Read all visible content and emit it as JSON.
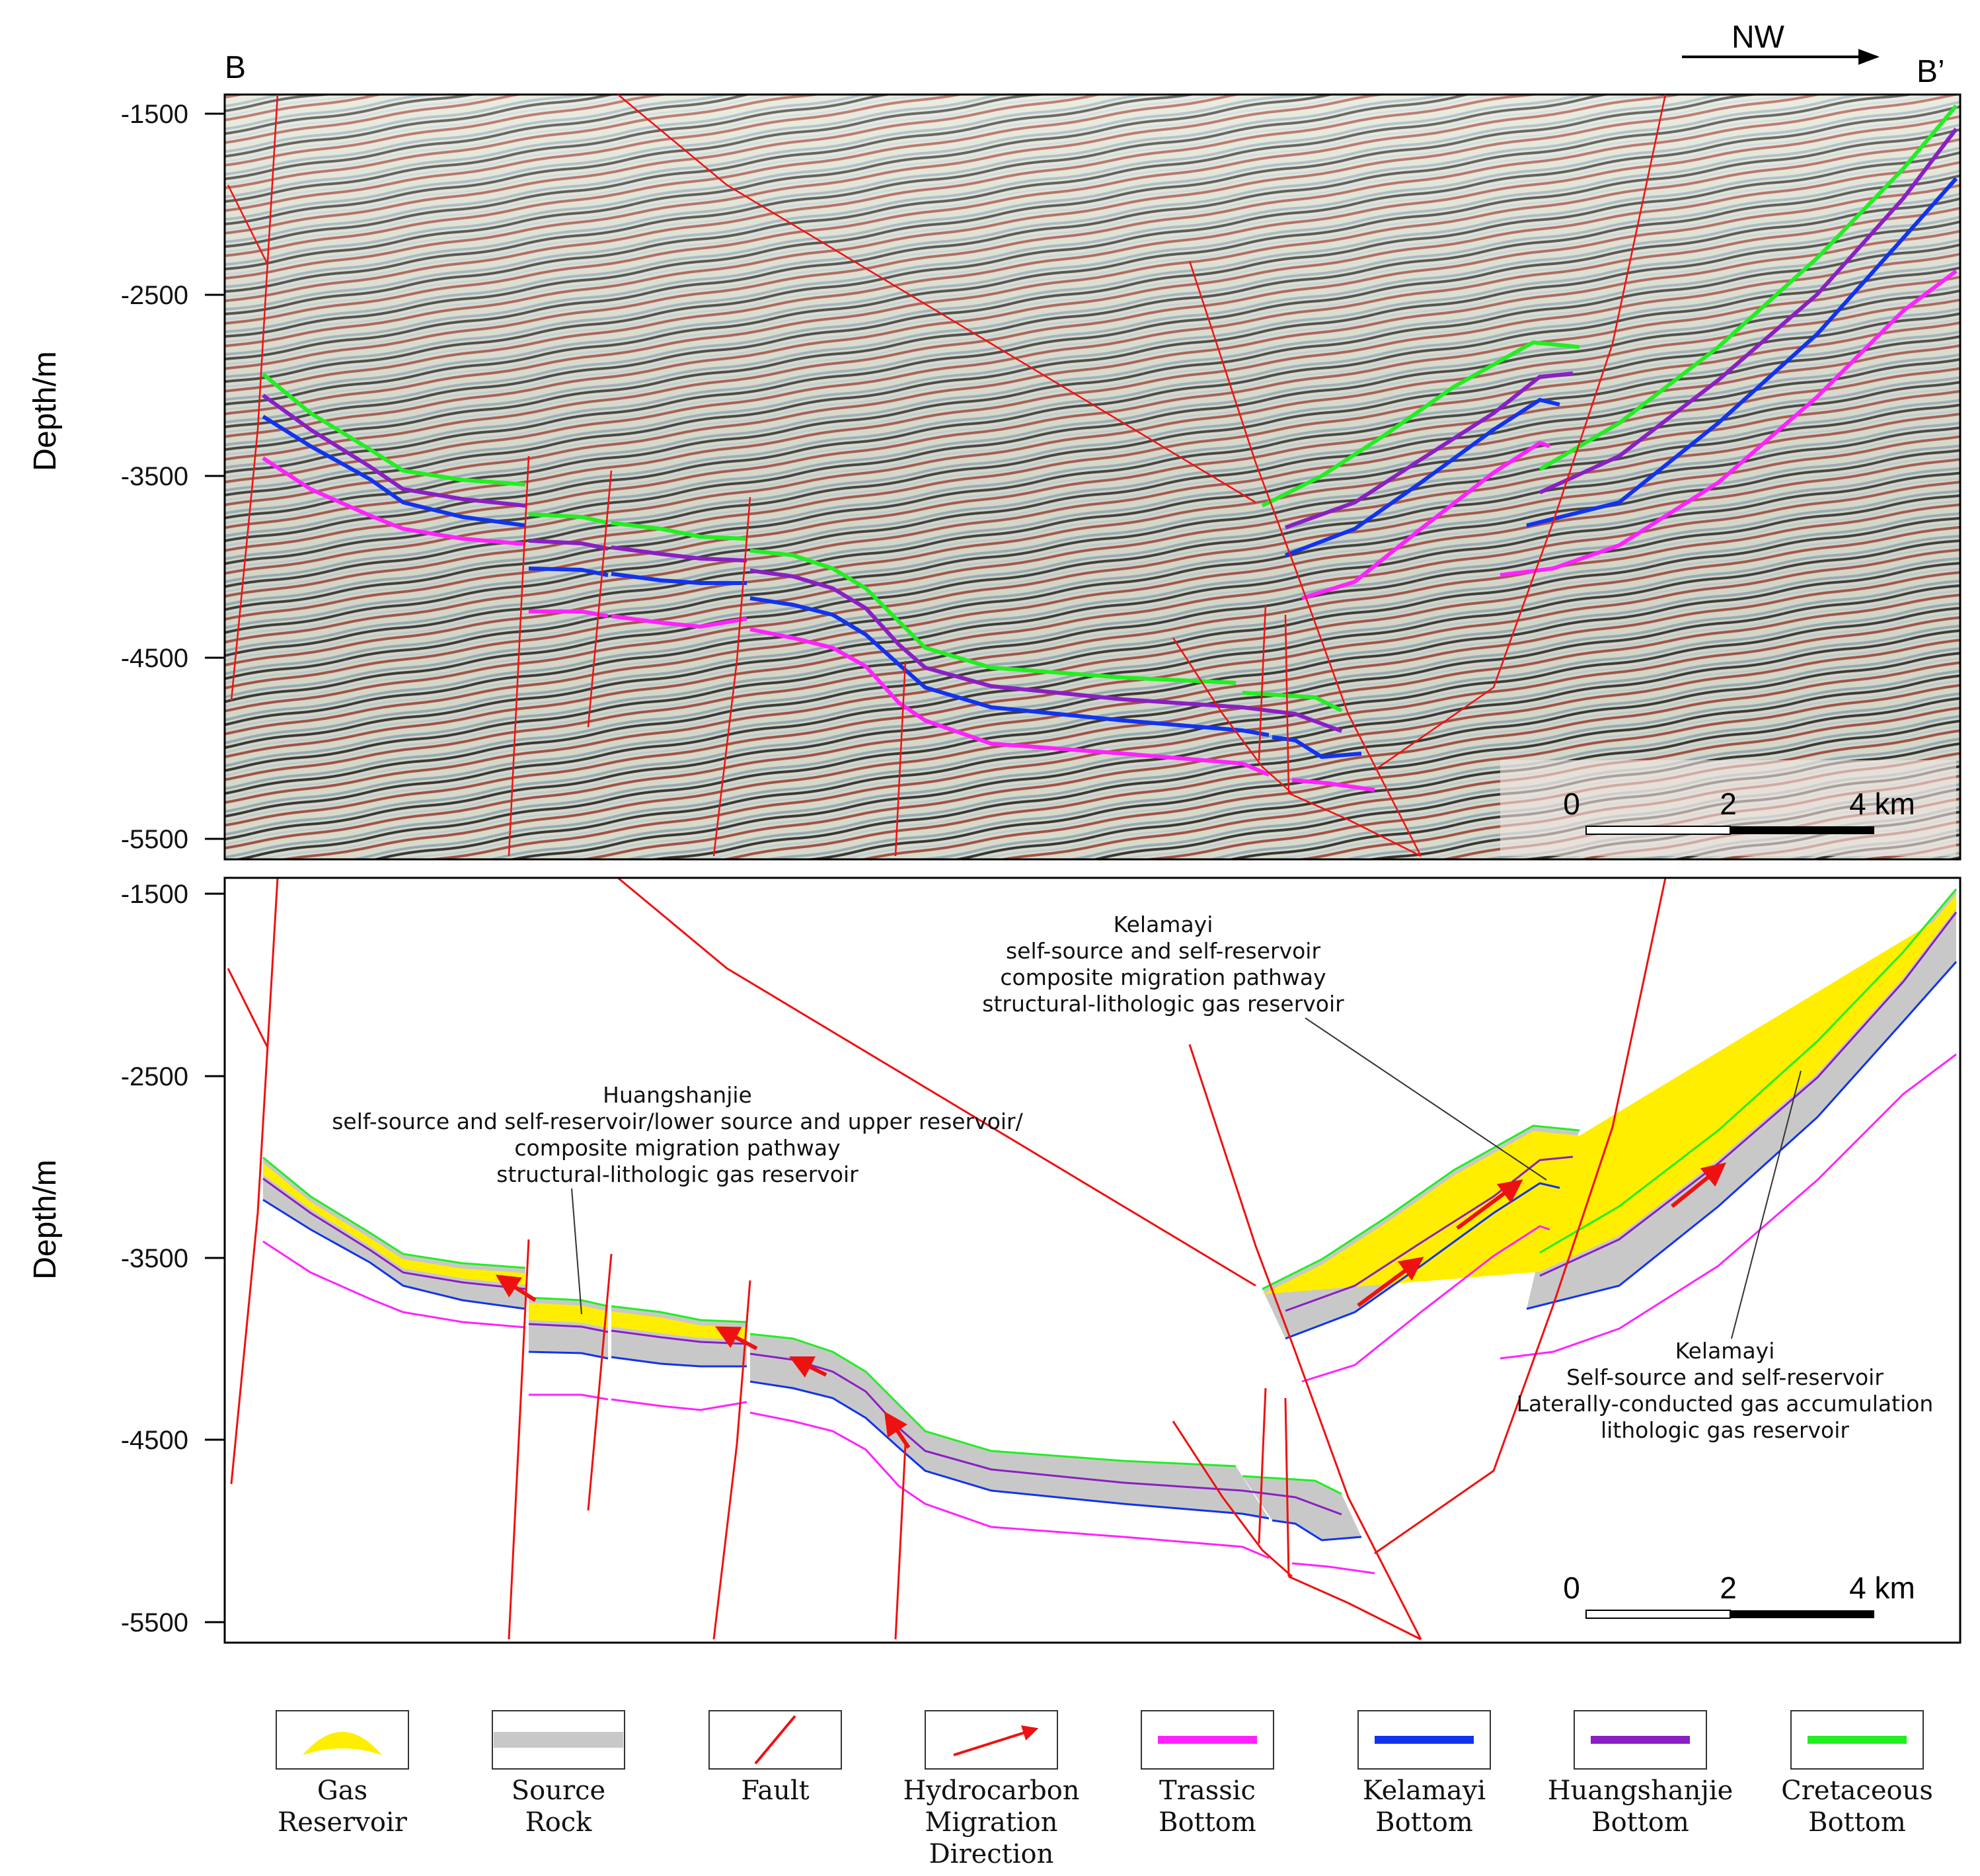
{
  "section": {
    "start_label": "B",
    "end_label": "B’",
    "direction": "NW"
  },
  "y_axis": {
    "label": "Depth/m",
    "ticks": [
      "-1500",
      "-2500",
      "-3500",
      "-4500",
      "-5500"
    ]
  },
  "scale_bar": {
    "ticks": [
      "0",
      "2",
      "4 km"
    ]
  },
  "annotations": {
    "huangshanjie": [
      "Huangshanjie",
      "self-source and self-reservoir/lower source and upper reservoir/",
      "composite migration pathway",
      "structural-lithologic gas reservoir"
    ],
    "kelamayi_top": [
      "Kelamayi",
      "self-source and self-reservoir",
      "composite migration pathway",
      "structural-lithologic gas reservoir"
    ],
    "kelamayi_right": [
      "Kelamayi",
      "Self-source and self-reservoir",
      "Laterally-conducted gas accumulation",
      "lithologic gas reservoir"
    ]
  },
  "horizon_colors": {
    "trassic": "#ff22ff",
    "kelamayi": "#1133ee",
    "huangshanjie": "#8a1fc4",
    "cretaceous": "#22ee22",
    "fault": "#ee1111",
    "reservoir": "#ffee00",
    "source_rock": "#c8c8c8"
  },
  "legend": [
    {
      "key": "gas-reservoir",
      "line1": "Gas",
      "line2": "Reservoir",
      "line3": ""
    },
    {
      "key": "source-rock",
      "line1": "Source",
      "line2": "Rock",
      "line3": ""
    },
    {
      "key": "fault",
      "line1": "Fault",
      "line2": "",
      "line3": ""
    },
    {
      "key": "migration",
      "line1": "Hydrocarbon",
      "line2": "Migration",
      "line3": "Direction"
    },
    {
      "key": "trassic",
      "line1": "Trassic",
      "line2": "Bottom",
      "line3": ""
    },
    {
      "key": "kelamayi",
      "line1": "Kelamayi",
      "line2": "Bottom",
      "line3": ""
    },
    {
      "key": "huangshanjie",
      "line1": "Huangshanjie",
      "line2": "Bottom",
      "line3": ""
    },
    {
      "key": "cretaceous",
      "line1": "Cretaceous",
      "line2": "Bottom",
      "line3": ""
    }
  ]
}
